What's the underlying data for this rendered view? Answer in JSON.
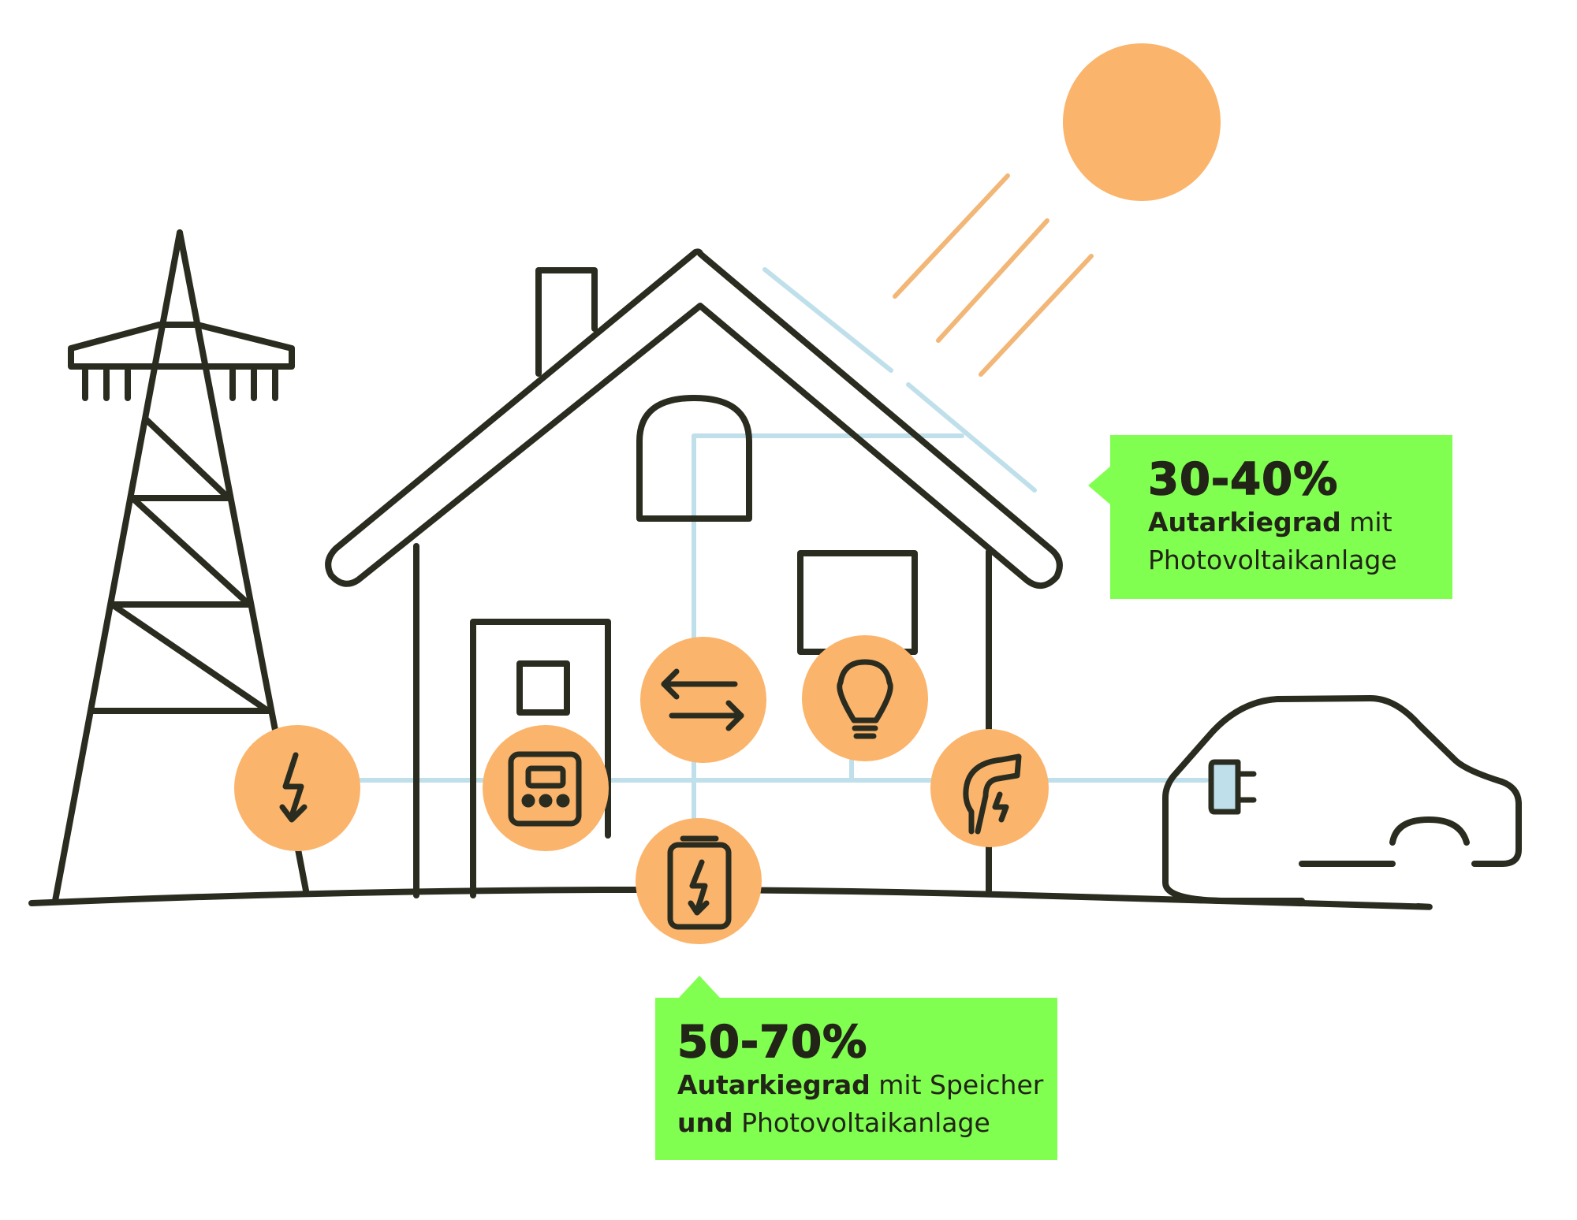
{
  "colors": {
    "outline": "#2b2c20",
    "orange": "#fbb46b",
    "wire": "#bfe0ea",
    "callout": "#80ff50"
  },
  "icons": [
    "grid-power-icon",
    "electric-meter-icon",
    "inverter-arrows-icon",
    "light-bulb-icon",
    "ev-charger-icon",
    "battery-storage-icon",
    "car-plug-icon"
  ],
  "callouts": {
    "pv": {
      "percent": "30-40%",
      "bold": "Autarkiegrad",
      "text1": " mit",
      "line2": "Photovoltaikanlage"
    },
    "storage": {
      "percent": "50-70%",
      "bold": "Autarkiegrad",
      "text1": " mit Speicher",
      "bold2": "und",
      "text2": " Photovoltaikanlage"
    }
  }
}
